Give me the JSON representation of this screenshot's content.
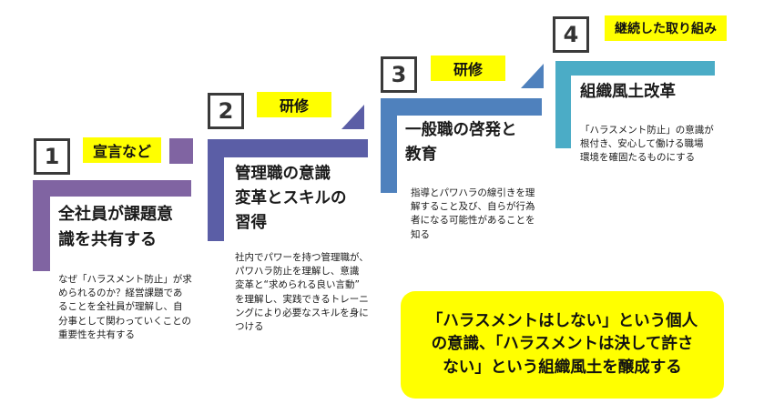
{
  "steps": [
    {
      "number": "1",
      "tag": "宣言など",
      "color": "#8064a2",
      "title_lines": [
        "全社員が課題意",
        "識を共有する"
      ],
      "description": "なぜ「ハラスメント防止」が求\nめられるのか？経営課題であ\nることを全社員が理解し、自\n分事として関わっていくことの\n重要性を共有する"
    },
    {
      "number": "2",
      "tag": "研修",
      "color": "#5b5ea6",
      "title_lines": [
        "管理職の意識",
        "変革とスキルの",
        "習得"
      ],
      "description": "社内でパワーを持つ管理職が、\nパワハラ防止を理解し、意識\n変革と“求められる良い言動”\nを理解し、実践できるトレーニ\nングにより必要なスキルを身に\nつける"
    },
    {
      "number": "3",
      "tag": "研修",
      "color": "#4f81bd",
      "title_lines": [
        "一般職の啓発と",
        "教育"
      ],
      "description": "指導とパワハラの線引きを理\n解すること及び、自らが行為\n者になる可能性があることを\n知る"
    },
    {
      "number": "4",
      "tag": "継続した取り組み",
      "color": "#4bacc6",
      "title_lines": [
        "組織風土改革"
      ],
      "description": "「ハラスメント防止」の意識が\n根付き、安心して働ける職場\n環境を確固たるものにする"
    }
  ],
  "callout": {
    "text": "「ハラスメントはしない」という個人\nの意識、「ハラスメントは決して許さ\nない」という組織風土を醸成する"
  },
  "colors": {
    "highlight": "#ffff00",
    "number_border": "#3a3a3a"
  }
}
